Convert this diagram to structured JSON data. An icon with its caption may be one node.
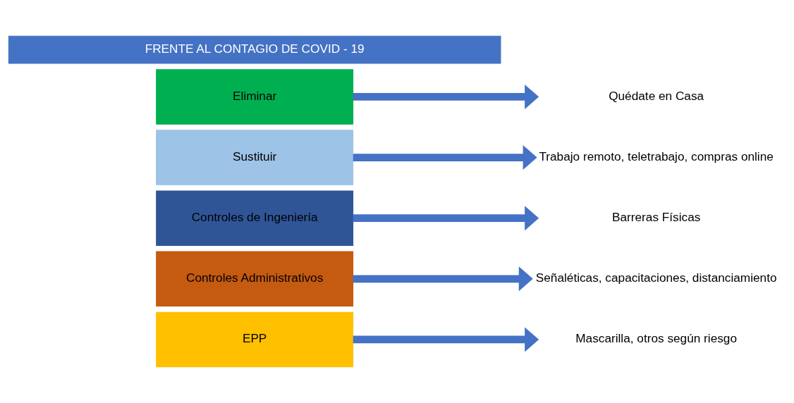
{
  "diagram": {
    "nodes": [
      {
        "text": [
          "FRENTE AL CONTAGIO DE COVID - 19"
        ]
      },
      {
        "text": [
          "Eliminar"
        ]
      },
      {
        "text": [
          "Sustituir"
        ]
      },
      {
        "text": [
          "Controles de Ingeniería"
        ]
      },
      {
        "text": [
          "Controles Administrativos"
        ]
      },
      {
        "text": [
          "EPP"
        ]
      },
      {
        "text": [
          "Quédate en Casa"
        ]
      },
      {
        "text": [
          "Trabajo remoto, teletrabajo, compras online"
        ]
      },
      {
        "text": [
          "Barreras Físicas"
        ]
      },
      {
        "text": [
          "Señaléticas, capacitaciones, distanciamiento"
        ]
      },
      {
        "text": [
          "Mascarilla, otros según riesgo"
        ]
      }
    ],
    "edges": [
      {
        "from": 1,
        "to": 6,
        "arrow": "to"
      },
      {
        "from": 2,
        "to": 7,
        "arrow": "to"
      },
      {
        "from": 3,
        "to": 8,
        "arrow": "to"
      },
      {
        "from": 4,
        "to": 9,
        "arrow": "to"
      },
      {
        "from": 5,
        "to": 10,
        "arrow": "to"
      }
    ]
  }
}
